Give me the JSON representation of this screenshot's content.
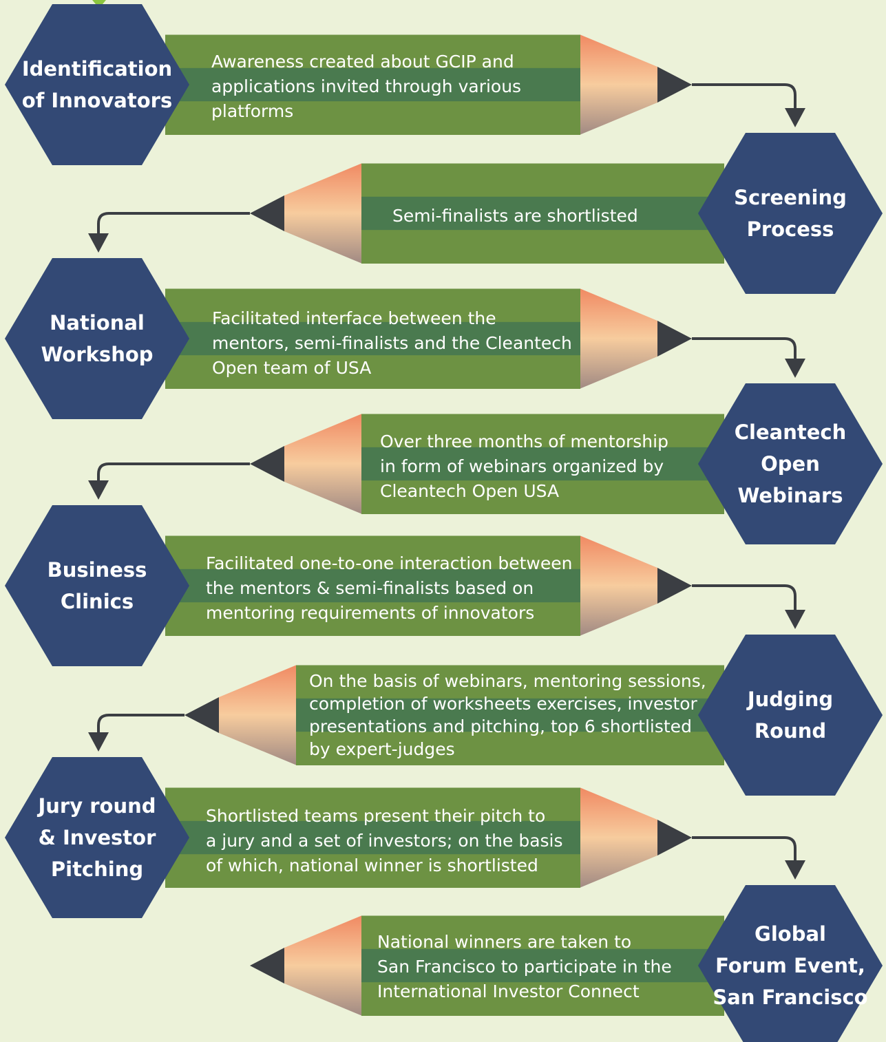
{
  "colors": {
    "background": "#ecf2d9",
    "hexagon": "#334975",
    "pencil_light_green": "#6d9243",
    "pencil_dark_green": "#4a7a4f",
    "pencil_wood_top": "#f08a63",
    "pencil_wood_mid": "#f7cc9e",
    "pencil_wood_bottom": "#a18a83",
    "pencil_tip": "#3b3e43",
    "arrow": "#3b3e43",
    "text": "#ffffff"
  },
  "steps": [
    {
      "title": [
        "Identification",
        "of Innovators"
      ],
      "text": [
        "Awareness created about GCIP and",
        "applications invited through various",
        "platforms"
      ]
    },
    {
      "title": [
        "Screening",
        "Process"
      ],
      "text": [
        "Semi-finalists are shortlisted"
      ]
    },
    {
      "title": [
        "National",
        "Workshop"
      ],
      "text": [
        "Facilitated interface between the",
        "mentors, semi-finalists and the Cleantech",
        "Open team of  USA"
      ]
    },
    {
      "title": [
        "Cleantech",
        "Open",
        "Webinars"
      ],
      "text": [
        "Over three months of mentorship",
        "in form of webinars organized by",
        "Cleantech Open USA"
      ]
    },
    {
      "title": [
        "Business",
        "Clinics"
      ],
      "text": [
        "Facilitated one-to-one interaction between",
        "the mentors & semi-finalists based on",
        "mentoring requirements of innovators"
      ]
    },
    {
      "title": [
        "Judging",
        "Round"
      ],
      "text": [
        "On the basis of webinars, mentoring sessions,",
        "completion of worksheets exercises, investor",
        "presentations and pitching, top 6 shortlisted",
        "by expert-judges"
      ]
    },
    {
      "title": [
        "Jury round",
        "& Investor",
        "Pitching"
      ],
      "text": [
        "Shortlisted teams present their pitch to",
        "a jury and a set of investors; on the basis",
        "of which, national winner is shortlisted"
      ]
    },
    {
      "title": [
        "Global",
        "Forum Event,",
        "San Francisco"
      ],
      "text": [
        "National winners are taken to",
        "San Francisco to participate in the",
        "International Investor Connect"
      ]
    }
  ]
}
